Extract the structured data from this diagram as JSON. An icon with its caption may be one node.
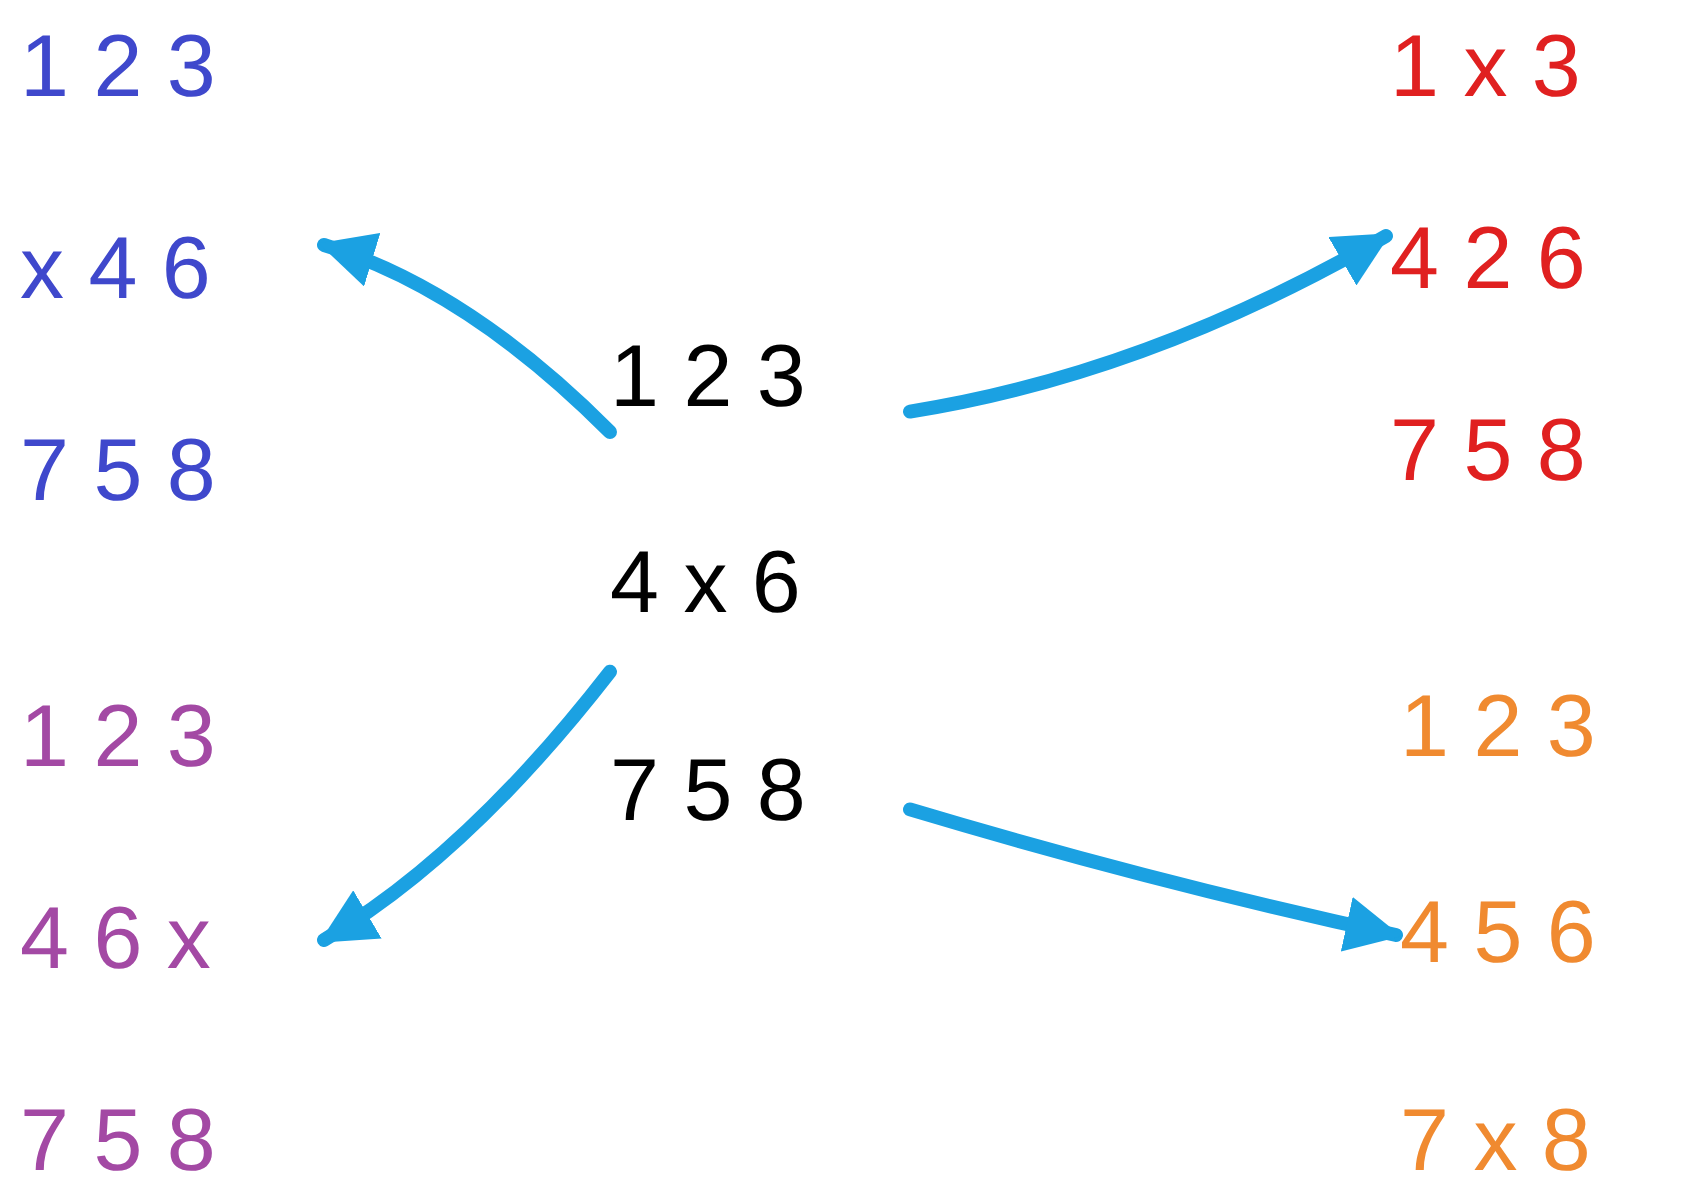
{
  "diagram": {
    "nodes": [
      {
        "text": [
          "1 2 3",
          "4 x 6",
          "7 5 8"
        ]
      },
      {
        "text": [
          "1 2 3",
          "x 4 6",
          "7 5 8"
        ]
      },
      {
        "text": [
          "1 x 3",
          "4 2 6",
          "7 5 8"
        ]
      },
      {
        "text": [
          "1 2 3",
          "4 6 x",
          "7 5 8"
        ]
      },
      {
        "text": [
          "1 2 3",
          "4 5 6",
          "7 x 8"
        ]
      }
    ],
    "edges": [
      {
        "from": 0,
        "to": 1,
        "arrow": "to"
      },
      {
        "from": 0,
        "to": 2,
        "arrow": "to"
      },
      {
        "from": 0,
        "to": 3,
        "arrow": "to"
      },
      {
        "from": 0,
        "to": 4,
        "arrow": "to"
      }
    ]
  }
}
